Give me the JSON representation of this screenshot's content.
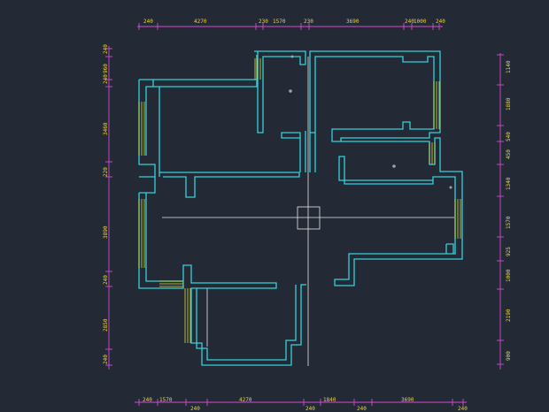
{
  "canvas": {
    "background": "#242a35"
  },
  "colors": {
    "wall": "#33d1d9",
    "window": "#d6d93a",
    "dimension_line": "#d34bd3",
    "dimension_text": "#e8d23a",
    "axis": "#e6e6e6"
  },
  "dimensions": {
    "top": [
      "240",
      "4270",
      "230",
      "1570",
      "230",
      "3690",
      "240",
      "1000",
      "240"
    ],
    "bottom": [
      "240",
      "1570",
      "240",
      "4270",
      "240",
      "1840",
      "240",
      "3690",
      "240"
    ],
    "left": [
      "240",
      "960",
      "240",
      "3460",
      "220",
      "3890",
      "240",
      "2850",
      "240"
    ],
    "right": [
      "1140",
      "1880",
      "540",
      "450",
      "1340",
      "1570",
      "925",
      "1000",
      "2190",
      "900"
    ]
  }
}
